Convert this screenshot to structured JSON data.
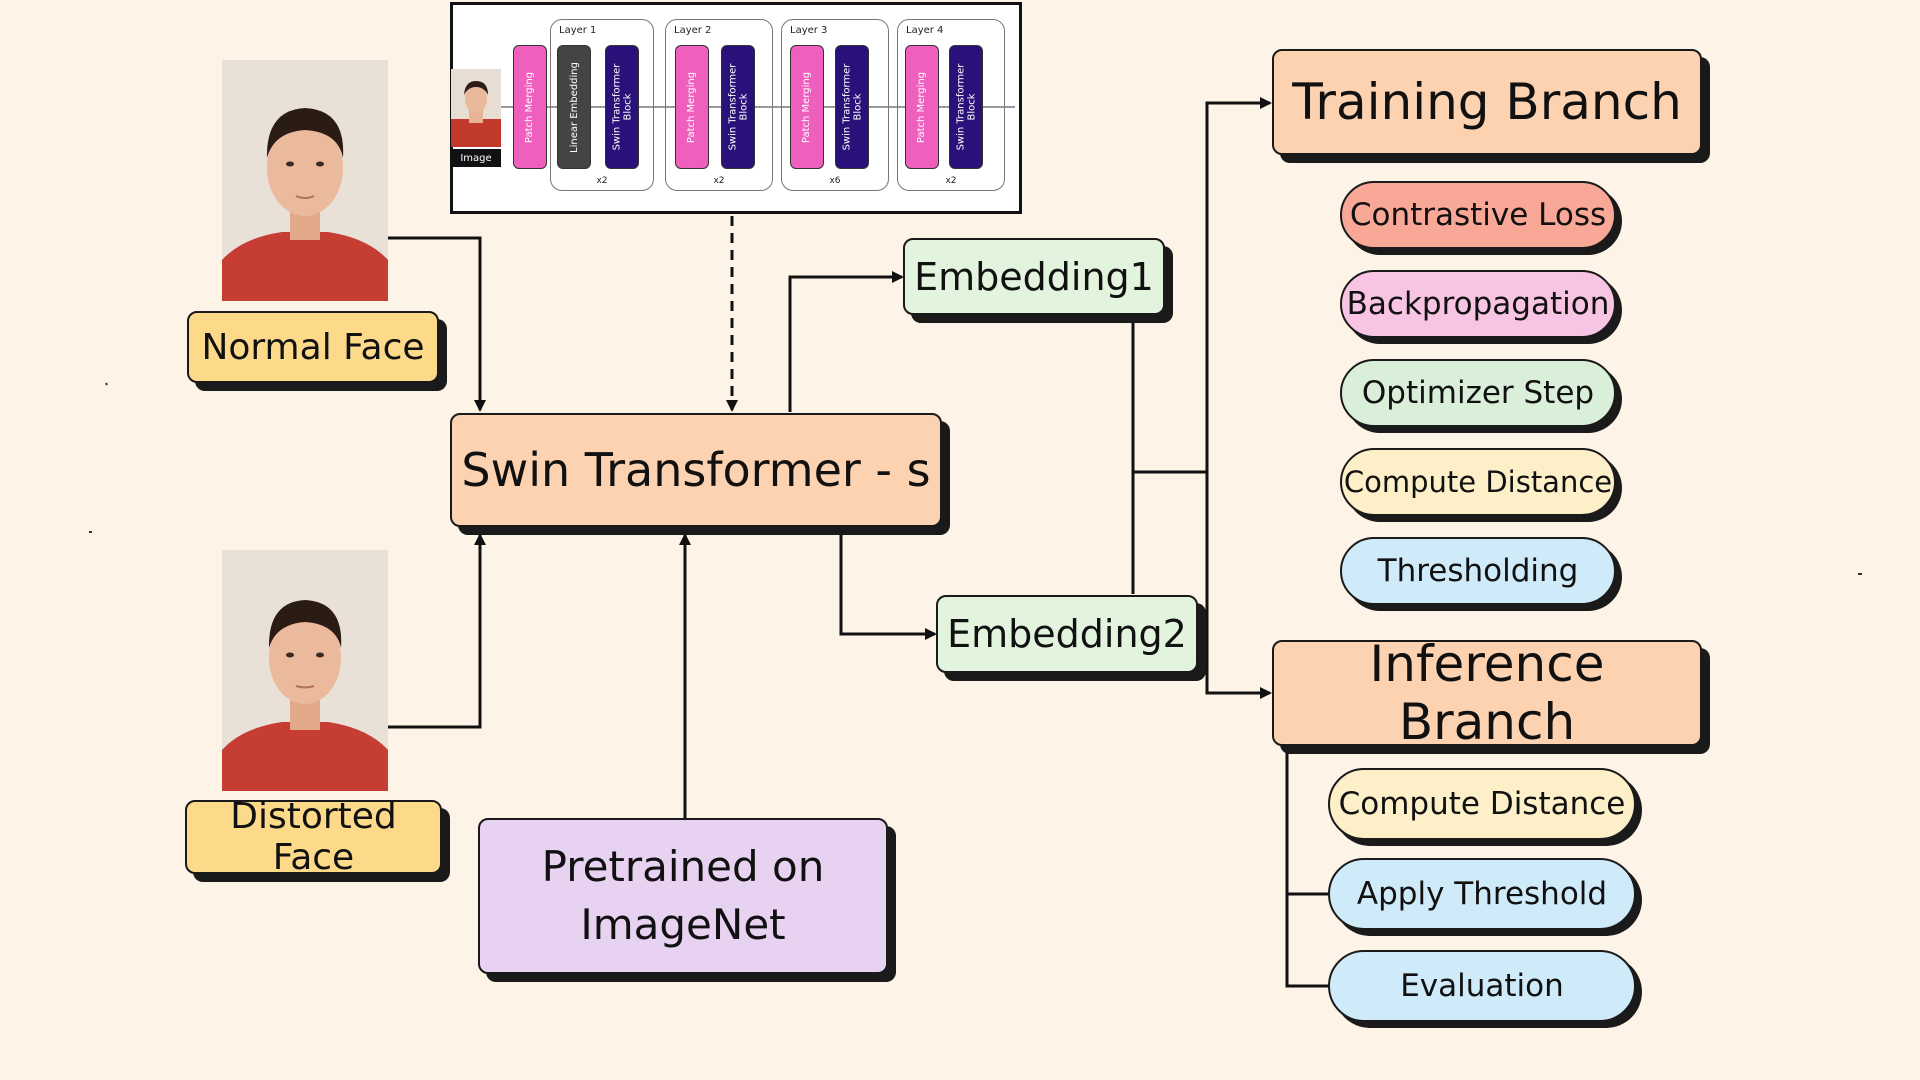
{
  "architecture": {
    "image_label": "Image",
    "layers": [
      {
        "title": "Layer 1",
        "repeat": "x2",
        "blocks": [
          "Patch Merging",
          "Linear Embedding",
          "Swin Transformer\nBlock"
        ]
      },
      {
        "title": "Layer 2",
        "repeat": "x2",
        "blocks": [
          "Patch Merging",
          "Swin Transformer\nBlock"
        ]
      },
      {
        "title": "Layer 3",
        "repeat": "x6",
        "blocks": [
          "Patch Merging",
          "Swin Transformer\nBlock"
        ]
      },
      {
        "title": "Layer 4",
        "repeat": "x2",
        "blocks": [
          "Patch Merging",
          "Swin Transformer\nBlock"
        ]
      }
    ]
  },
  "inputs": {
    "normal": "Normal Face",
    "distorted": "Distorted Face"
  },
  "model": {
    "name": "Swin Transformer - s",
    "pretrain_line1": "Pretrained on",
    "pretrain_line2": "ImageNet"
  },
  "embeddings": {
    "e1": "Embedding1",
    "e2": "Embedding2"
  },
  "training": {
    "title": "Training Branch",
    "steps": [
      "Contrastive Loss",
      "Backpropagation",
      "Optimizer Step",
      "Compute Distance",
      "Thresholding"
    ]
  },
  "inference": {
    "title": "Inference Branch",
    "steps": [
      "Compute Distance",
      "Apply Threshold",
      "Evaluation"
    ]
  },
  "colors": {
    "background": "#fdf3e7",
    "input_box": "#fdd98a",
    "model_box": "#fcd2b0",
    "embedding_box": "#e3f4de",
    "pretrained_box": "#e8d2f2",
    "contrastive_loss": "#f9a796",
    "backpropagation": "#f8c4e4",
    "optimizer_step": "#d9efd9",
    "compute_distance": "#fdf0c8",
    "thresholding": "#cfeaf8",
    "patch_merging": "#ee5fbe",
    "swin_block": "#2a117a"
  }
}
